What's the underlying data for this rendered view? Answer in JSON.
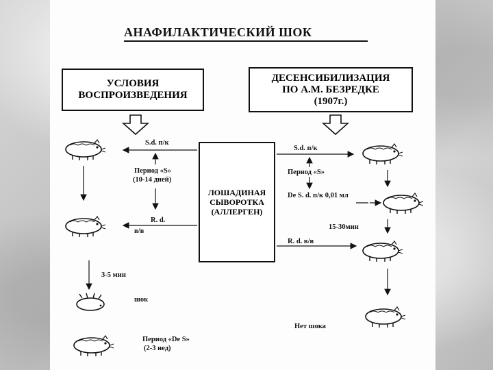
{
  "diagram": {
    "title": "АНАФИЛАКТИЧЕСКИЙ ШОК",
    "left_box": {
      "line1": "УСЛОВИЯ",
      "line2": "ВОСПРОИЗВЕДЕНИЯ"
    },
    "right_box": {
      "line1": "ДЕСЕНСИБИЛИЗАЦИЯ",
      "line2": "ПО А.М. БЕЗРЕДКЕ",
      "line3": "(1907г.)"
    },
    "center_box": {
      "line1": "ЛОШАДИНАЯ",
      "line2": "СЫВОРОТКА",
      "line3": "(АЛЛЕРГЕН)"
    },
    "left": {
      "sd": "S.d.  п/к",
      "period_line1": "Период «S»",
      "period_line2": "(10-14 дней)",
      "rd": "R. d.",
      "vv": "в/в",
      "time": "3-5 мин",
      "shock": "шок",
      "des_line1": "Период «De S»",
      "des_line2": "(2-3 нед)"
    },
    "right": {
      "sd": "S.d.  п/к",
      "period": "Период «S»",
      "des_sd": "De S. d.  п/к  0,01 мл",
      "time": "15-30мин",
      "rd": "R. d. в/в",
      "no_shock": "Нет шока"
    }
  }
}
